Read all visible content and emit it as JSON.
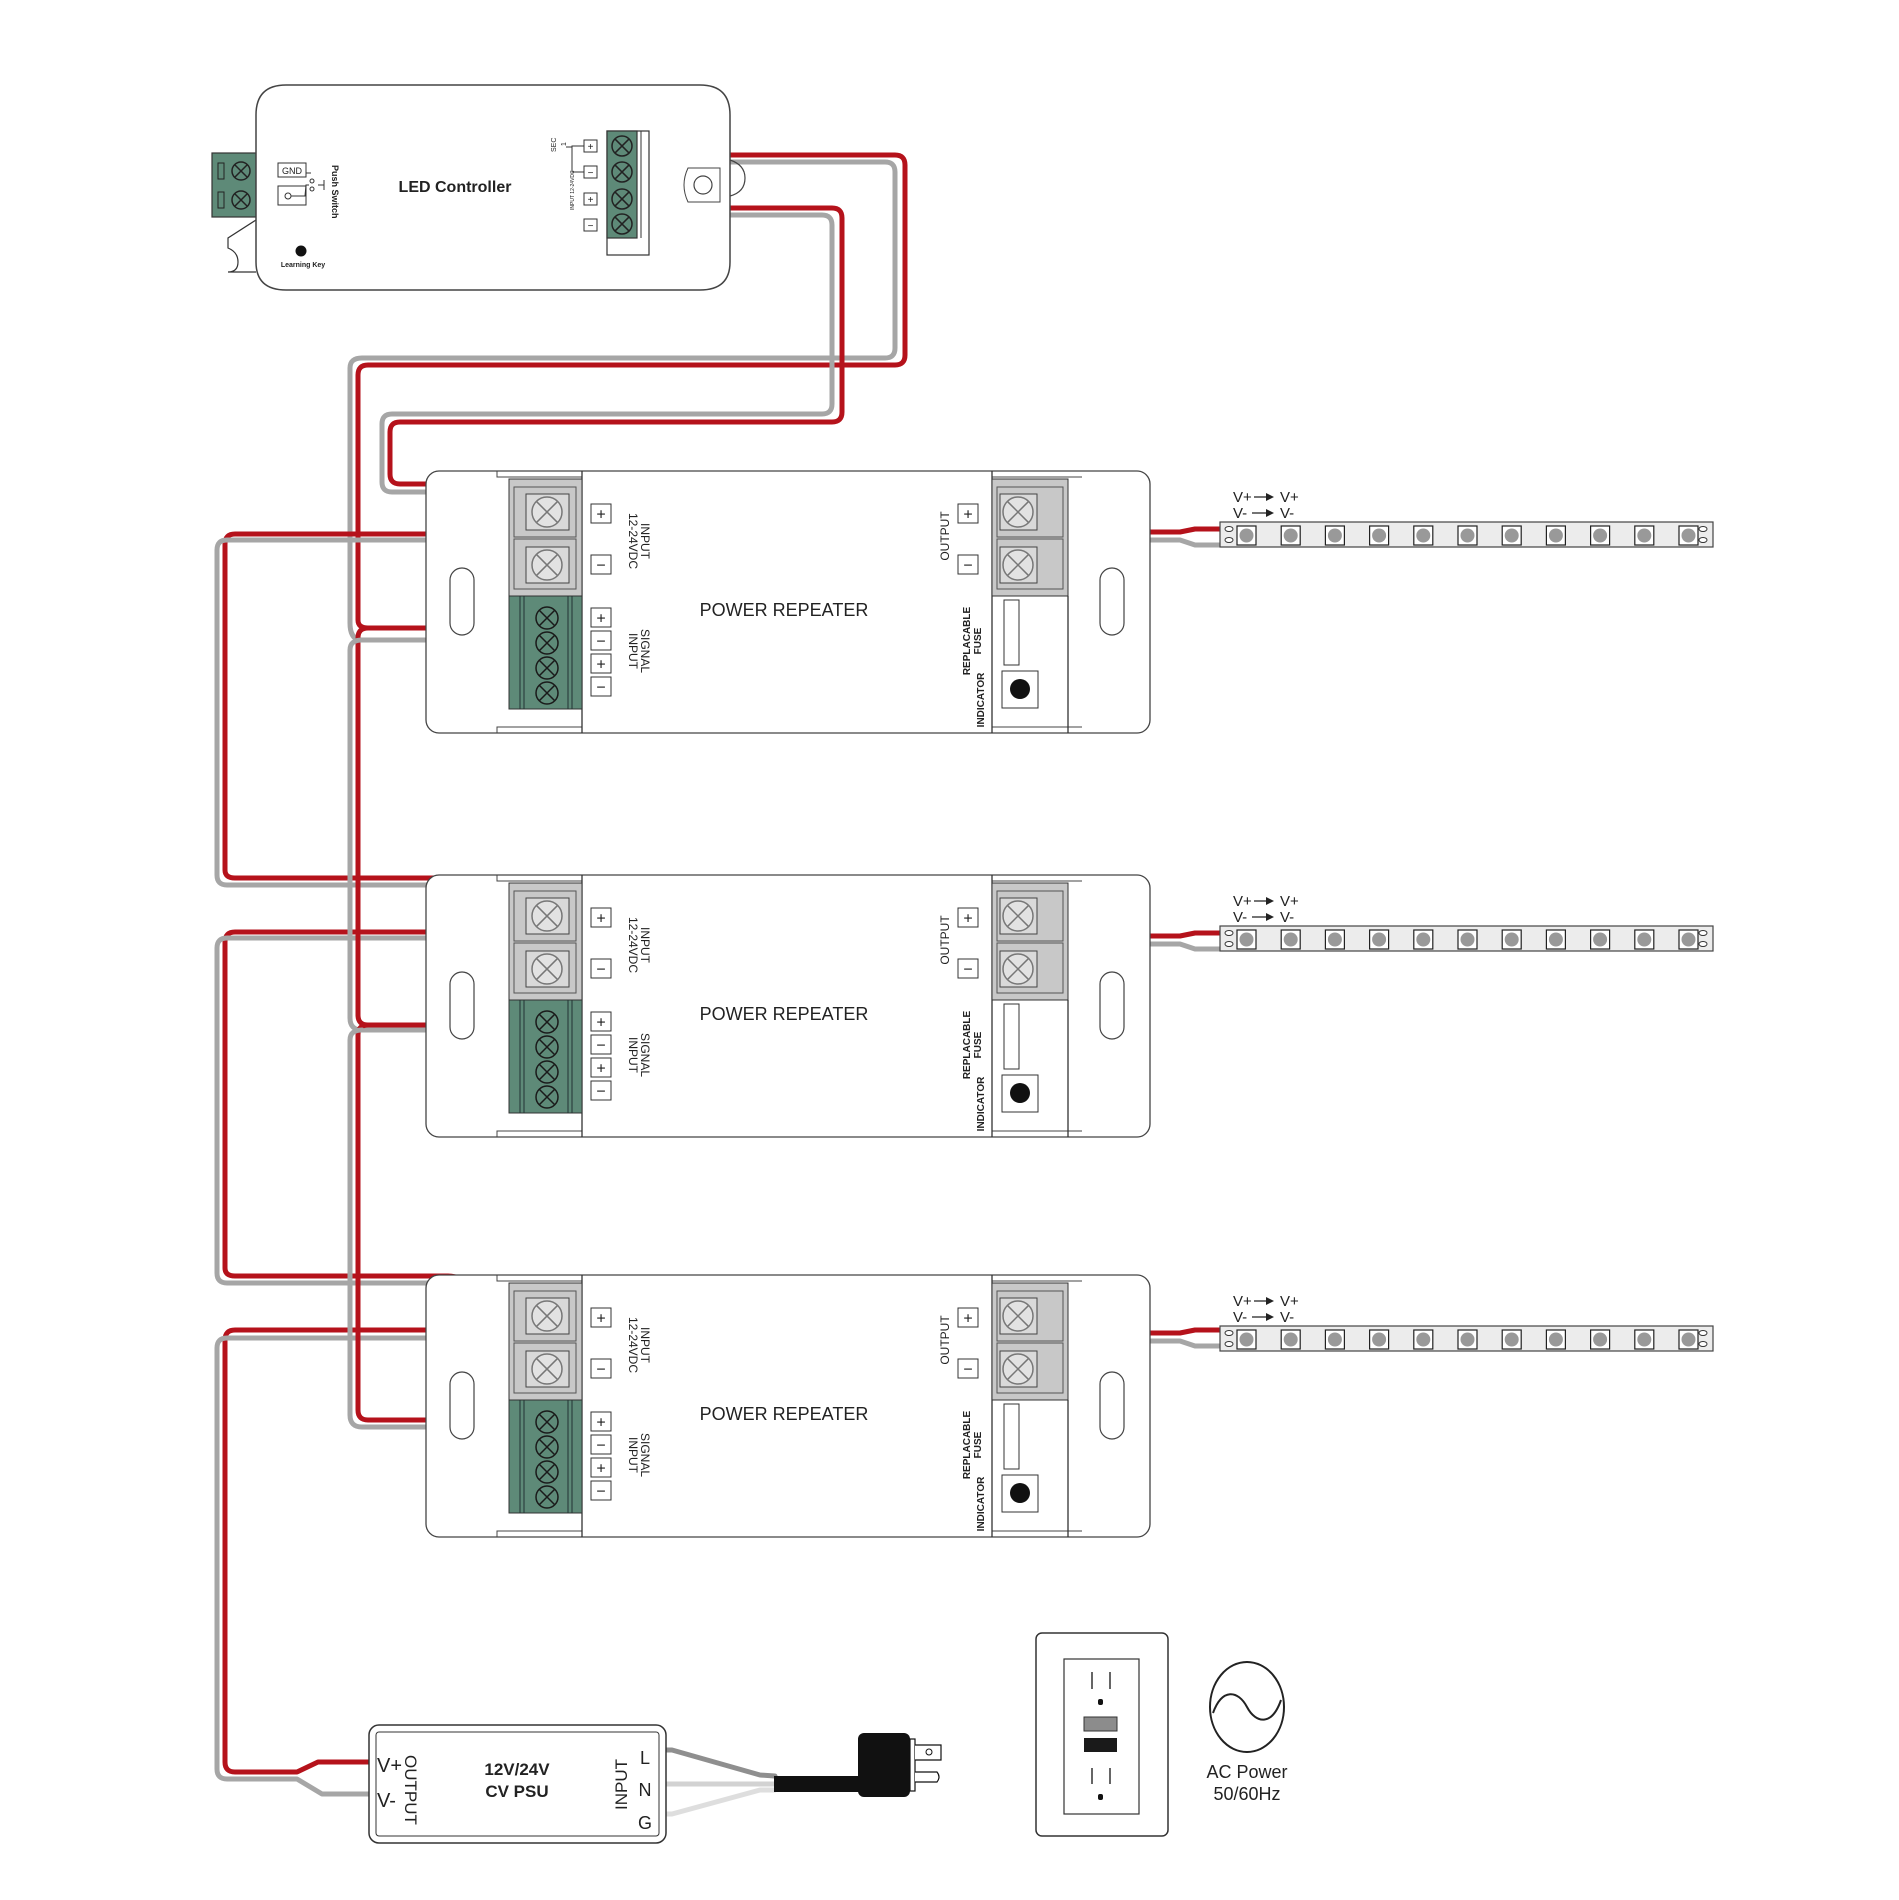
{
  "colors": {
    "wire_positive": "#b5121b",
    "wire_negative": "#a6a6a6",
    "terminal_green": "#5e8a78",
    "terminal_grey": "#c8c8c8",
    "outline": "#333333",
    "plug_black": "#111111"
  },
  "controller": {
    "title": "LED Controller",
    "gnd_label": "GND",
    "push_switch_label": "Push Switch",
    "learning_key_label": "Learning Key",
    "sec_label": "SEC",
    "sec_number": "1",
    "input_label": "INPUT 12-24VDC",
    "terminals": [
      "+",
      "−",
      "+",
      "−"
    ]
  },
  "repeaters": [
    {
      "title": "POWER REPEATER",
      "input_label": "INPUT",
      "input_voltage": "12-24VDC",
      "signal_label": "SIGNAL",
      "signal_sub": "INPUT",
      "output_label": "OUTPUT",
      "fuse_label_1": "REPLACABLE",
      "fuse_label_2": "FUSE",
      "indicator_label": "INDICATOR",
      "input_terminals": [
        "+",
        "−"
      ],
      "signal_terminals": [
        "+",
        "−",
        "+",
        "−"
      ],
      "output_terminals": [
        "+",
        "−"
      ]
    },
    {
      "title": "POWER REPEATER",
      "input_label": "INPUT",
      "input_voltage": "12-24VDC",
      "signal_label": "SIGNAL",
      "signal_sub": "INPUT",
      "output_label": "OUTPUT",
      "fuse_label_1": "REPLACABLE",
      "fuse_label_2": "FUSE",
      "indicator_label": "INDICATOR",
      "input_terminals": [
        "+",
        "−"
      ],
      "signal_terminals": [
        "+",
        "−",
        "+",
        "−"
      ],
      "output_terminals": [
        "+",
        "−"
      ]
    },
    {
      "title": "POWER REPEATER",
      "input_label": "INPUT",
      "input_voltage": "12-24VDC",
      "signal_label": "SIGNAL",
      "signal_sub": "INPUT",
      "output_label": "OUTPUT",
      "fuse_label_1": "REPLACABLE",
      "fuse_label_2": "FUSE",
      "indicator_label": "INDICATOR",
      "input_terminals": [
        "+",
        "−"
      ],
      "signal_terminals": [
        "+",
        "−",
        "+",
        "−"
      ],
      "output_terminals": [
        "+",
        "−"
      ]
    }
  ],
  "led_strips": [
    {
      "label_pos_from": "V+",
      "label_pos_to": "V+",
      "label_neg_from": "V-",
      "label_neg_to": "V-",
      "led_count": 11
    },
    {
      "label_pos_from": "V+",
      "label_pos_to": "V+",
      "label_neg_from": "V-",
      "label_neg_to": "V-",
      "led_count": 11
    },
    {
      "label_pos_from": "V+",
      "label_pos_to": "V+",
      "label_neg_from": "V-",
      "label_neg_to": "V-",
      "led_count": 11
    }
  ],
  "psu": {
    "title_line1": "12V/24V",
    "title_line2": "CV PSU",
    "output_label": "OUTPUT",
    "output_pos": "V+",
    "output_neg": "V-",
    "input_label": "INPUT",
    "input_terminals": [
      "L",
      "N",
      "G"
    ]
  },
  "ac_power": {
    "label_line1": "AC Power",
    "label_line2": "50/60Hz",
    "symbol": "~"
  }
}
